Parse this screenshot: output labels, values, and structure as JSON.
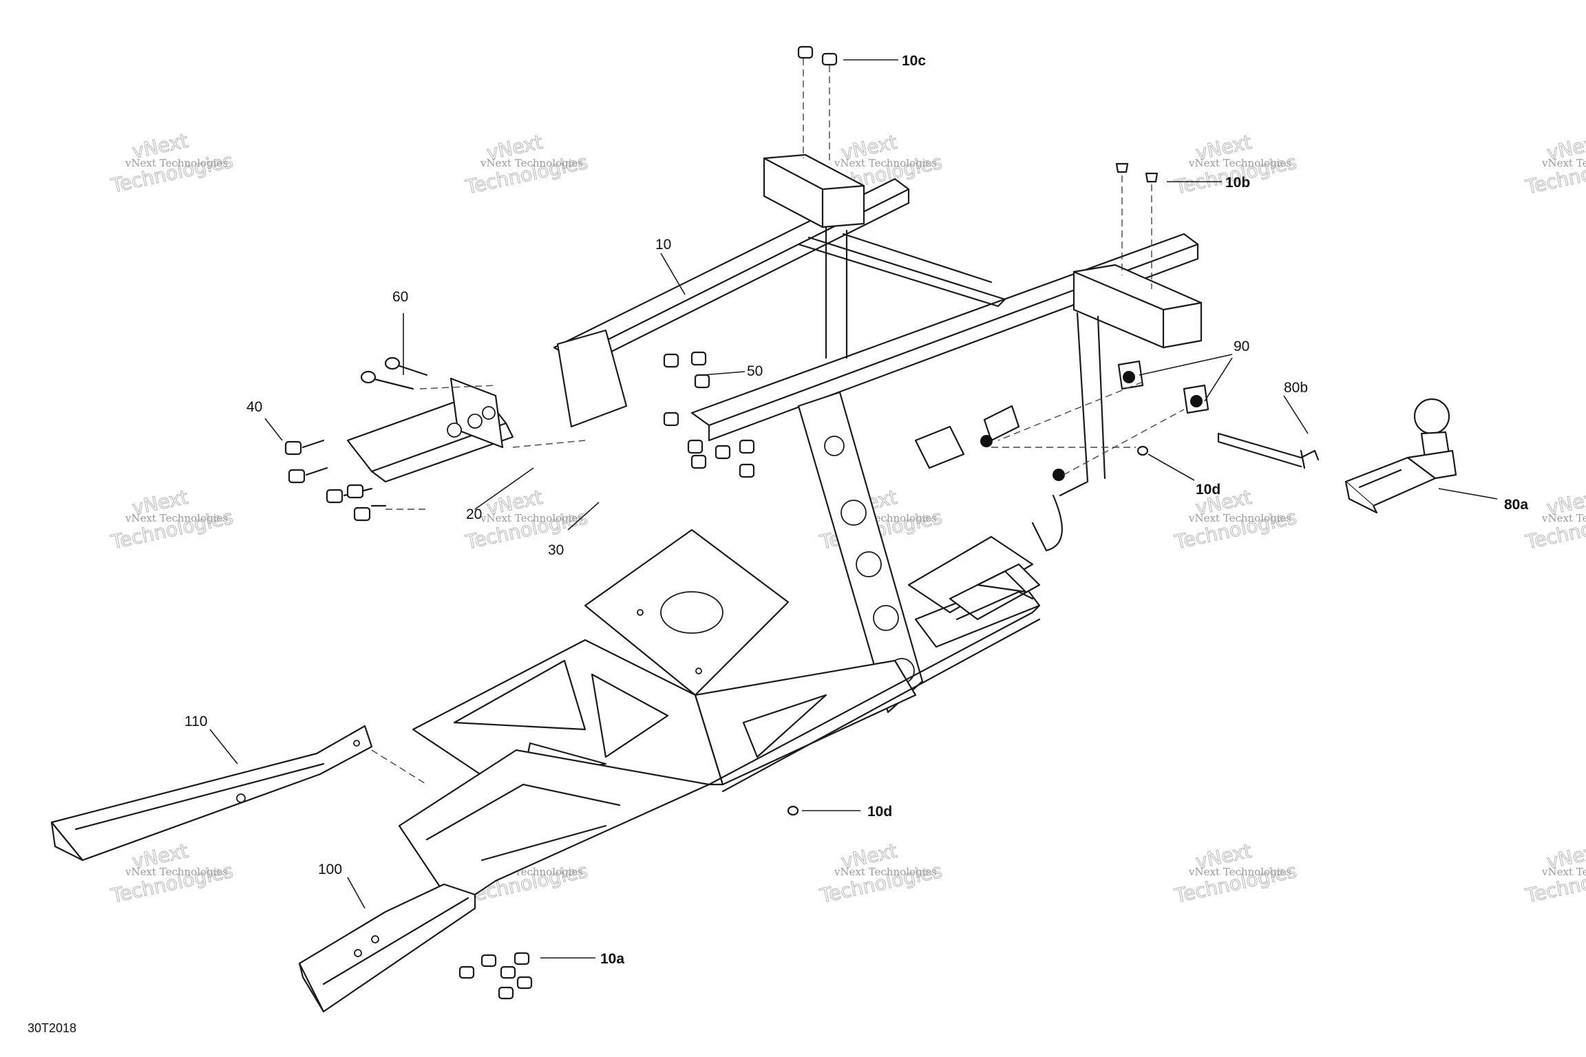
{
  "diagram_code": "30T2018",
  "watermark": {
    "brand_top": "vNext",
    "brand_line": "vNext Technologies",
    "brand_big": "Technologies"
  },
  "callouts": {
    "c10": "10",
    "c10a": "10a",
    "c10b": "10b",
    "c10c": "10c",
    "c10d_upper": "10d",
    "c10d_lower": "10d",
    "c20": "20",
    "c30": "30",
    "c40": "40",
    "c50": "50",
    "c60": "60",
    "c80a": "80a",
    "c80b": "80b",
    "c90": "90",
    "c100": "100",
    "c110": "110"
  }
}
